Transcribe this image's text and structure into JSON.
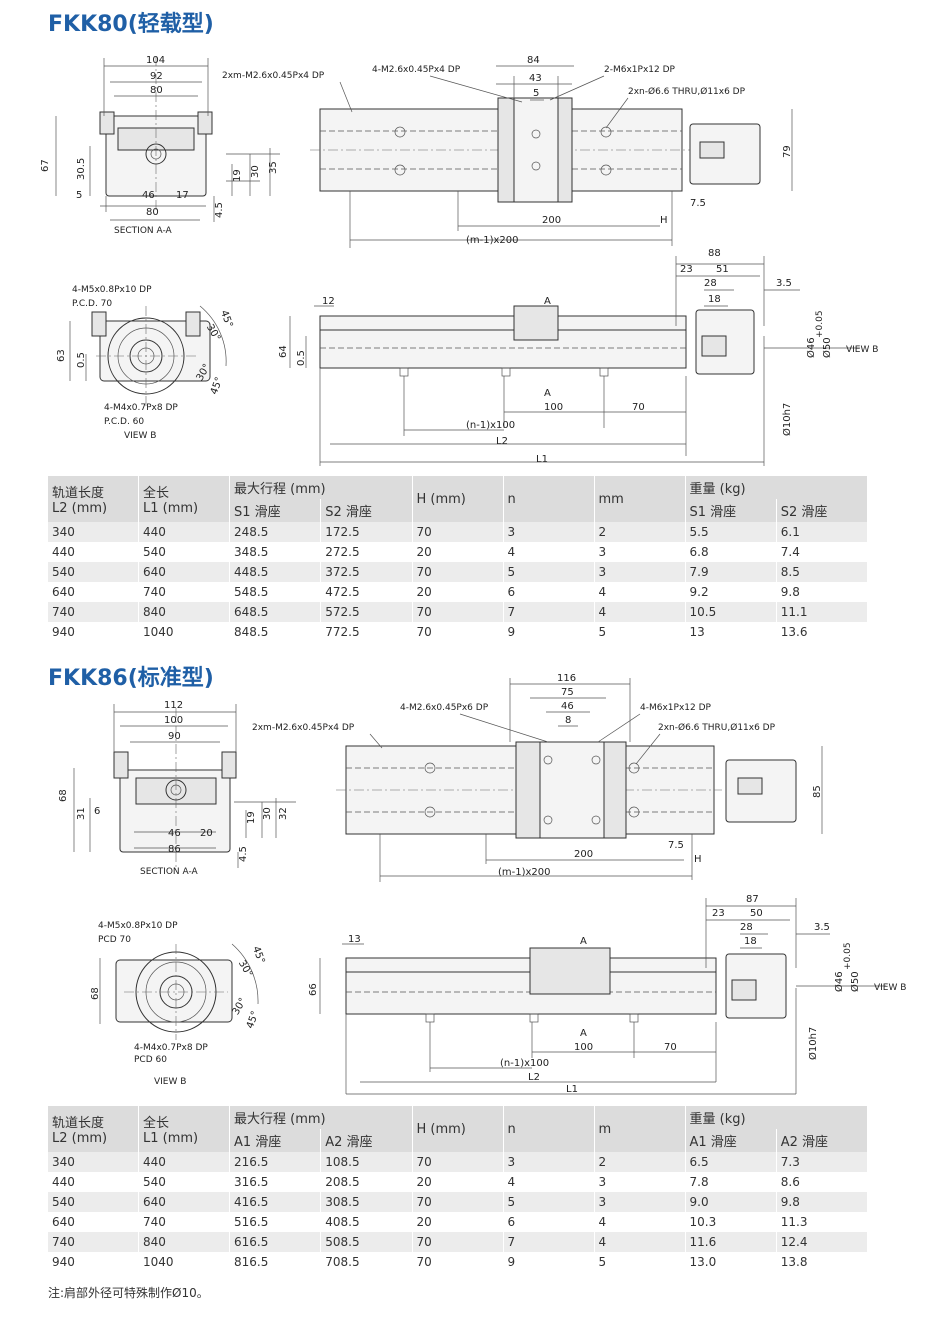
{
  "sections": [
    {
      "title": "FKK80(轻载型)",
      "labels": {
        "section_aa": "SECTION A-A",
        "view_b": "VIEW B",
        "view_b_arrow": "VIEW B",
        "top_holes_1": "2xm-M2.6x0.45Px4 DP",
        "top_holes_2": "4-M2.6x0.45Px4 DP",
        "top_holes_3": "2-M6x1Px12 DP",
        "top_holes_4": "2xn-Ø6.6 THRU,Ø11x6 DP",
        "flange_holes_1": "4-M5x0.8Px10 DP",
        "flange_pcd_1": "P.C.D. 70",
        "flange_holes_2": "4-M4x0.7Px8 DP",
        "flange_pcd_2": "P.C.D. 60",
        "a_label": "A",
        "dim_104": "104",
        "dim_92": "92",
        "dim_80": "80",
        "dim_67": "67",
        "dim_305": "30.5",
        "dim_5": "5",
        "dim_46": "46",
        "dim_17": "17",
        "dim_80b": "80",
        "dim_45": "4.5",
        "dim_19": "19",
        "dim_30": "30",
        "dim_35": "35",
        "dim_84": "84",
        "dim_43": "43",
        "dim_5b": "5",
        "dim_79": "79",
        "dim_200": "200",
        "dim_m200": "(m-1)x200",
        "dim_75": "7.5",
        "dim_h": "H",
        "dim_88": "88",
        "dim_23": "23",
        "dim_51": "51",
        "dim_28": "28",
        "dim_18": "18",
        "dim_35b": "3.5",
        "dim_12": "12",
        "dim_64": "64",
        "dim_05": "0.5",
        "dim_63": "63",
        "dim_05b": "0.5",
        "dim_100": "100",
        "dim_70": "70",
        "dim_n100": "(n-1)x100",
        "dim_l2": "L2",
        "dim_l1": "L1",
        "dim_phi46": "Ø46",
        "dim_phi50": "Ø50",
        "dim_tol": "+0.05",
        "dim_phi10": "Ø10h7",
        "ang_30": "30°",
        "ang_45": "45°",
        "ang_30b": "30°",
        "ang_45b": "45°"
      },
      "table": {
        "headers": {
          "rail_len": [
            "轨道长度",
            "L2 (mm)"
          ],
          "full_len": [
            "全长",
            "L1 (mm)"
          ],
          "stroke": "最大行程 (mm)",
          "stroke_s1": "S1 滑座",
          "stroke_s2": "S2 滑座",
          "h": "H (mm)",
          "n": "n",
          "m": "mm",
          "weight": "重量 (kg)",
          "w_s1": "S1 滑座",
          "w_s2": "S2 滑座"
        },
        "rows": [
          [
            "340",
            "440",
            "248.5",
            "172.5",
            "70",
            "3",
            "2",
            "5.5",
            "6.1"
          ],
          [
            "440",
            "540",
            "348.5",
            "272.5",
            "20",
            "4",
            "3",
            "6.8",
            "7.4"
          ],
          [
            "540",
            "640",
            "448.5",
            "372.5",
            "70",
            "5",
            "3",
            "7.9",
            "8.5"
          ],
          [
            "640",
            "740",
            "548.5",
            "472.5",
            "20",
            "6",
            "4",
            "9.2",
            "9.8"
          ],
          [
            "740",
            "840",
            "648.5",
            "572.5",
            "70",
            "7",
            "4",
            "10.5",
            "11.1"
          ],
          [
            "940",
            "1040",
            "848.5",
            "772.5",
            "70",
            "9",
            "5",
            "13",
            "13.6"
          ]
        ]
      }
    },
    {
      "title": "FKK86(标准型)",
      "labels": {
        "section_aa": "SECTION A-A",
        "view_b": "VIEW B",
        "view_b_arrow": "VIEW B",
        "top_holes_1": "2xm-M2.6x0.45Px4 DP",
        "top_holes_2": "4-M2.6x0.45Px6 DP",
        "top_holes_3": "4-M6x1Px12 DP",
        "top_holes_4": "2xn-Ø6.6 THRU,Ø11x6 DP",
        "flange_holes_1": "4-M5x0.8Px10 DP",
        "flange_pcd_1": "PCD 70",
        "flange_holes_2": "4-M4x0.7Px8 DP",
        "flange_pcd_2": "PCD 60",
        "a_label": "A",
        "dim_112": "112",
        "dim_100": "100",
        "dim_90": "90",
        "dim_68": "68",
        "dim_31": "31",
        "dim_6": "6",
        "dim_46": "46",
        "dim_20": "20",
        "dim_86": "86",
        "dim_45": "4.5",
        "dim_19": "19",
        "dim_30": "30",
        "dim_32": "32",
        "dim_116": "116",
        "dim_75": "75",
        "dim_46b": "46",
        "dim_8": "8",
        "dim_85": "85",
        "dim_200": "200",
        "dim_m200": "(m-1)x200",
        "dim_75b": "7.5",
        "dim_h": "H",
        "dim_87": "87",
        "dim_23": "23",
        "dim_50": "50",
        "dim_28": "28",
        "dim_18": "18",
        "dim_35": "3.5",
        "dim_13": "13",
        "dim_66": "66",
        "dim_68b": "68",
        "dim_100b": "100",
        "dim_70": "70",
        "dim_n100": "(n-1)x100",
        "dim_l2": "L2",
        "dim_l1": "L1",
        "dim_phi46": "Ø46",
        "dim_phi50": "Ø50",
        "dim_tol": "+0.05",
        "dim_phi10": "Ø10h7",
        "ang_30": "30°",
        "ang_45": "45°",
        "ang_30b": "30°",
        "ang_45b": "45°"
      },
      "table": {
        "headers": {
          "rail_len": [
            "轨道长度",
            "L2 (mm)"
          ],
          "full_len": [
            "全长",
            "L1 (mm)"
          ],
          "stroke": "最大行程 (mm)",
          "stroke_s1": "A1 滑座",
          "stroke_s2": "A2 滑座",
          "h": "H (mm)",
          "n": "n",
          "m": "m",
          "weight": "重量 (kg)",
          "w_s1": "A1 滑座",
          "w_s2": "A2 滑座"
        },
        "rows": [
          [
            "340",
            "440",
            "216.5",
            "108.5",
            "70",
            "3",
            "2",
            "6.5",
            "7.3"
          ],
          [
            "440",
            "540",
            "316.5",
            "208.5",
            "20",
            "4",
            "3",
            "7.8",
            "8.6"
          ],
          [
            "540",
            "640",
            "416.5",
            "308.5",
            "70",
            "5",
            "3",
            "9.0",
            "9.8"
          ],
          [
            "640",
            "740",
            "516.5",
            "408.5",
            "20",
            "6",
            "4",
            "10.3",
            "11.3"
          ],
          [
            "740",
            "840",
            "616.5",
            "508.5",
            "70",
            "7",
            "4",
            "11.6",
            "12.4"
          ],
          [
            "940",
            "1040",
            "816.5",
            "708.5",
            "70",
            "9",
            "5",
            "13.0",
            "13.8"
          ]
        ]
      }
    }
  ],
  "note": "注:肩部外径可特殊制作Ø10。"
}
